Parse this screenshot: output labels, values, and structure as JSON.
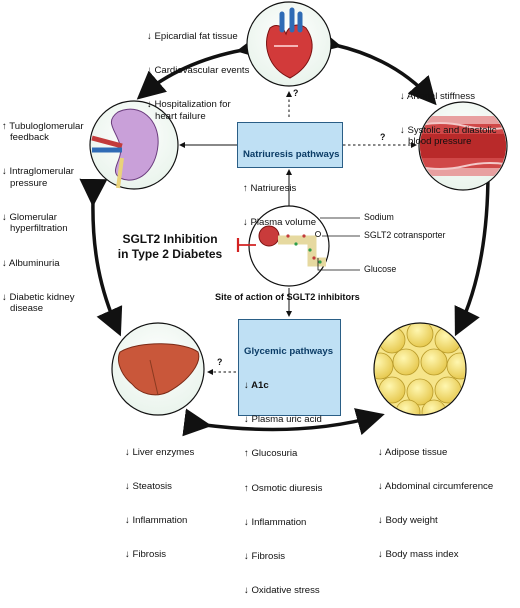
{
  "heart_effects": [
    "↓ Epicardial fat tissue",
    "↓ Cardiovascular events",
    "↓ Hospitalization for\n   heart failure"
  ],
  "vessel_effects": [
    "↓ Arterial stiffness",
    "↓ Systolic and diastolic\n   blood pressure"
  ],
  "kidney_effects": [
    "↑ Tubuloglomerular\n   feedback",
    "↓ Intraglomerular\n   pressure",
    "↓ Glomerular\n   hyperfiltration",
    "↓ Albuminuria",
    "↓ Diabetic kidney\n   disease"
  ],
  "liver_effects": [
    "↓ Liver enzymes",
    "↓ Steatosis",
    "↓ Inflammation",
    "↓ Fibrosis"
  ],
  "adipose_effects": [
    "↓ Adipose tissue",
    "↓ Abdominal circumference",
    "↓ Body weight",
    "↓ Body mass index"
  ],
  "natriuresis": {
    "title": "Natriuresis pathways",
    "items": [
      "↑ Natriuresis",
      "↓ Plasma volume"
    ]
  },
  "glycemic": {
    "title": "Glycemic pathways",
    "items": [
      "↓ A1c",
      "↓ Plasma uric acid",
      "↑ Glucosuria",
      "↑ Osmotic diuresis",
      "↓ Inflammation",
      "↓ Fibrosis",
      "↓ Oxidative stress"
    ]
  },
  "center": {
    "inhibition_label": "SGLT2 Inhibition\nin Type 2 Diabetes",
    "site_label": "Site of action of SGLT2 inhibitors",
    "sodium_label": "Sodium",
    "cotransporter_label": "SGLT2 cotransporter",
    "glucose_label": "Glucose"
  },
  "question_mark": "?"
}
